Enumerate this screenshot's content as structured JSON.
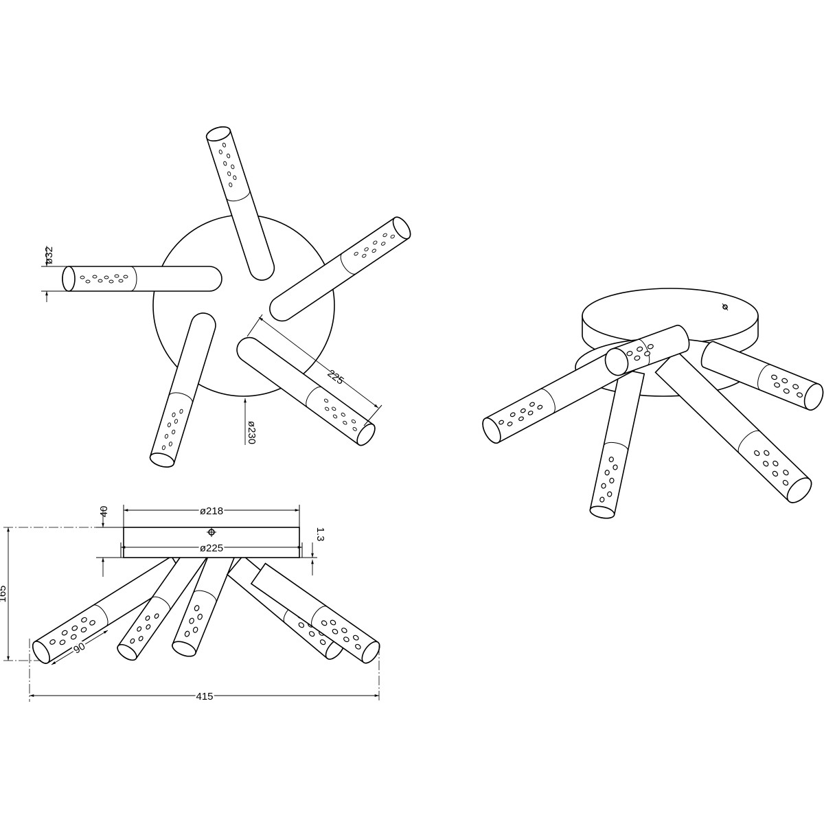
{
  "top_view": {
    "dim_tube_diameter": "ø32",
    "dim_arm_length": "225",
    "dim_base_diameter": "ø230"
  },
  "side_view": {
    "dim_base_height": "40",
    "dim_base_top_diameter": "ø218",
    "dim_base_bottom_diameter": "ø225",
    "dim_base_lip": "1.3",
    "dim_total_height": "165",
    "dim_shade_length": "90",
    "dim_total_width": "415"
  },
  "perspective_view": {}
}
